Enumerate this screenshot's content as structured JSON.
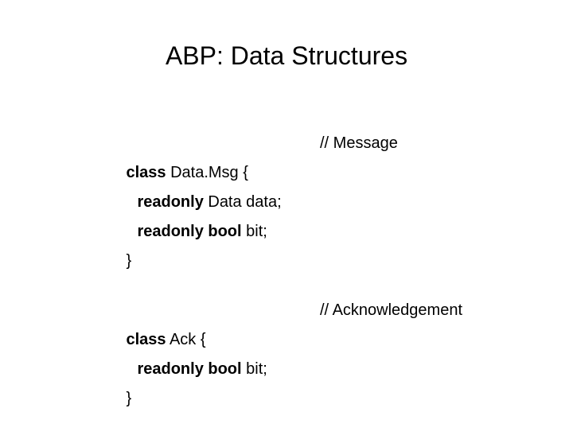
{
  "slide": {
    "title": "ABP: Data Structures",
    "background_color": "#ffffff",
    "text_color": "#000000"
  },
  "code_blocks": [
    {
      "name": "data-msg-class",
      "comment": "// Message",
      "lines": [
        {
          "indent": 0,
          "keyword": "class",
          "rest": " Data.Msg {"
        },
        {
          "indent": 1,
          "keyword": "readonly",
          "rest": " Data data;"
        },
        {
          "indent": 1,
          "keyword": "readonly bool",
          "rest": " bit;"
        },
        {
          "indent": 0,
          "keyword": "",
          "rest": "}"
        }
      ]
    },
    {
      "name": "ack-class",
      "comment": "// Acknowledgement",
      "lines": [
        {
          "indent": 0,
          "keyword": "class",
          "rest": " Ack {"
        },
        {
          "indent": 1,
          "keyword": "readonly bool",
          "rest": " bit;"
        },
        {
          "indent": 0,
          "keyword": "",
          "rest": "}"
        }
      ]
    }
  ]
}
